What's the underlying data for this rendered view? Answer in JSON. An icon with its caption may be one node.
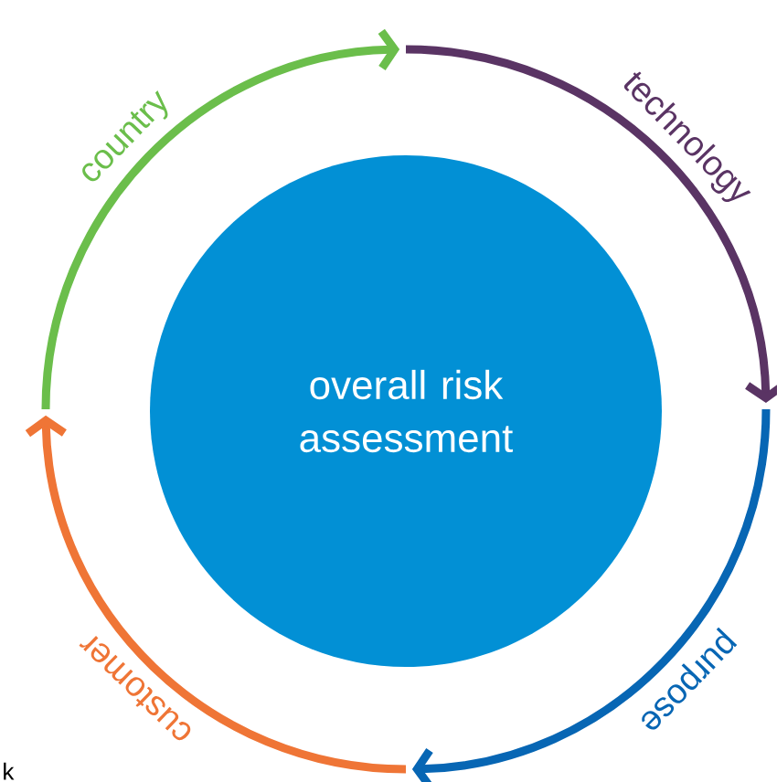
{
  "diagram": {
    "nodes": [
      {
        "text": [
          "overall risk assessment"
        ]
      }
    ],
    "labels": [
      "country",
      "technology",
      "customer",
      "purpose",
      "k"
    ]
  }
}
